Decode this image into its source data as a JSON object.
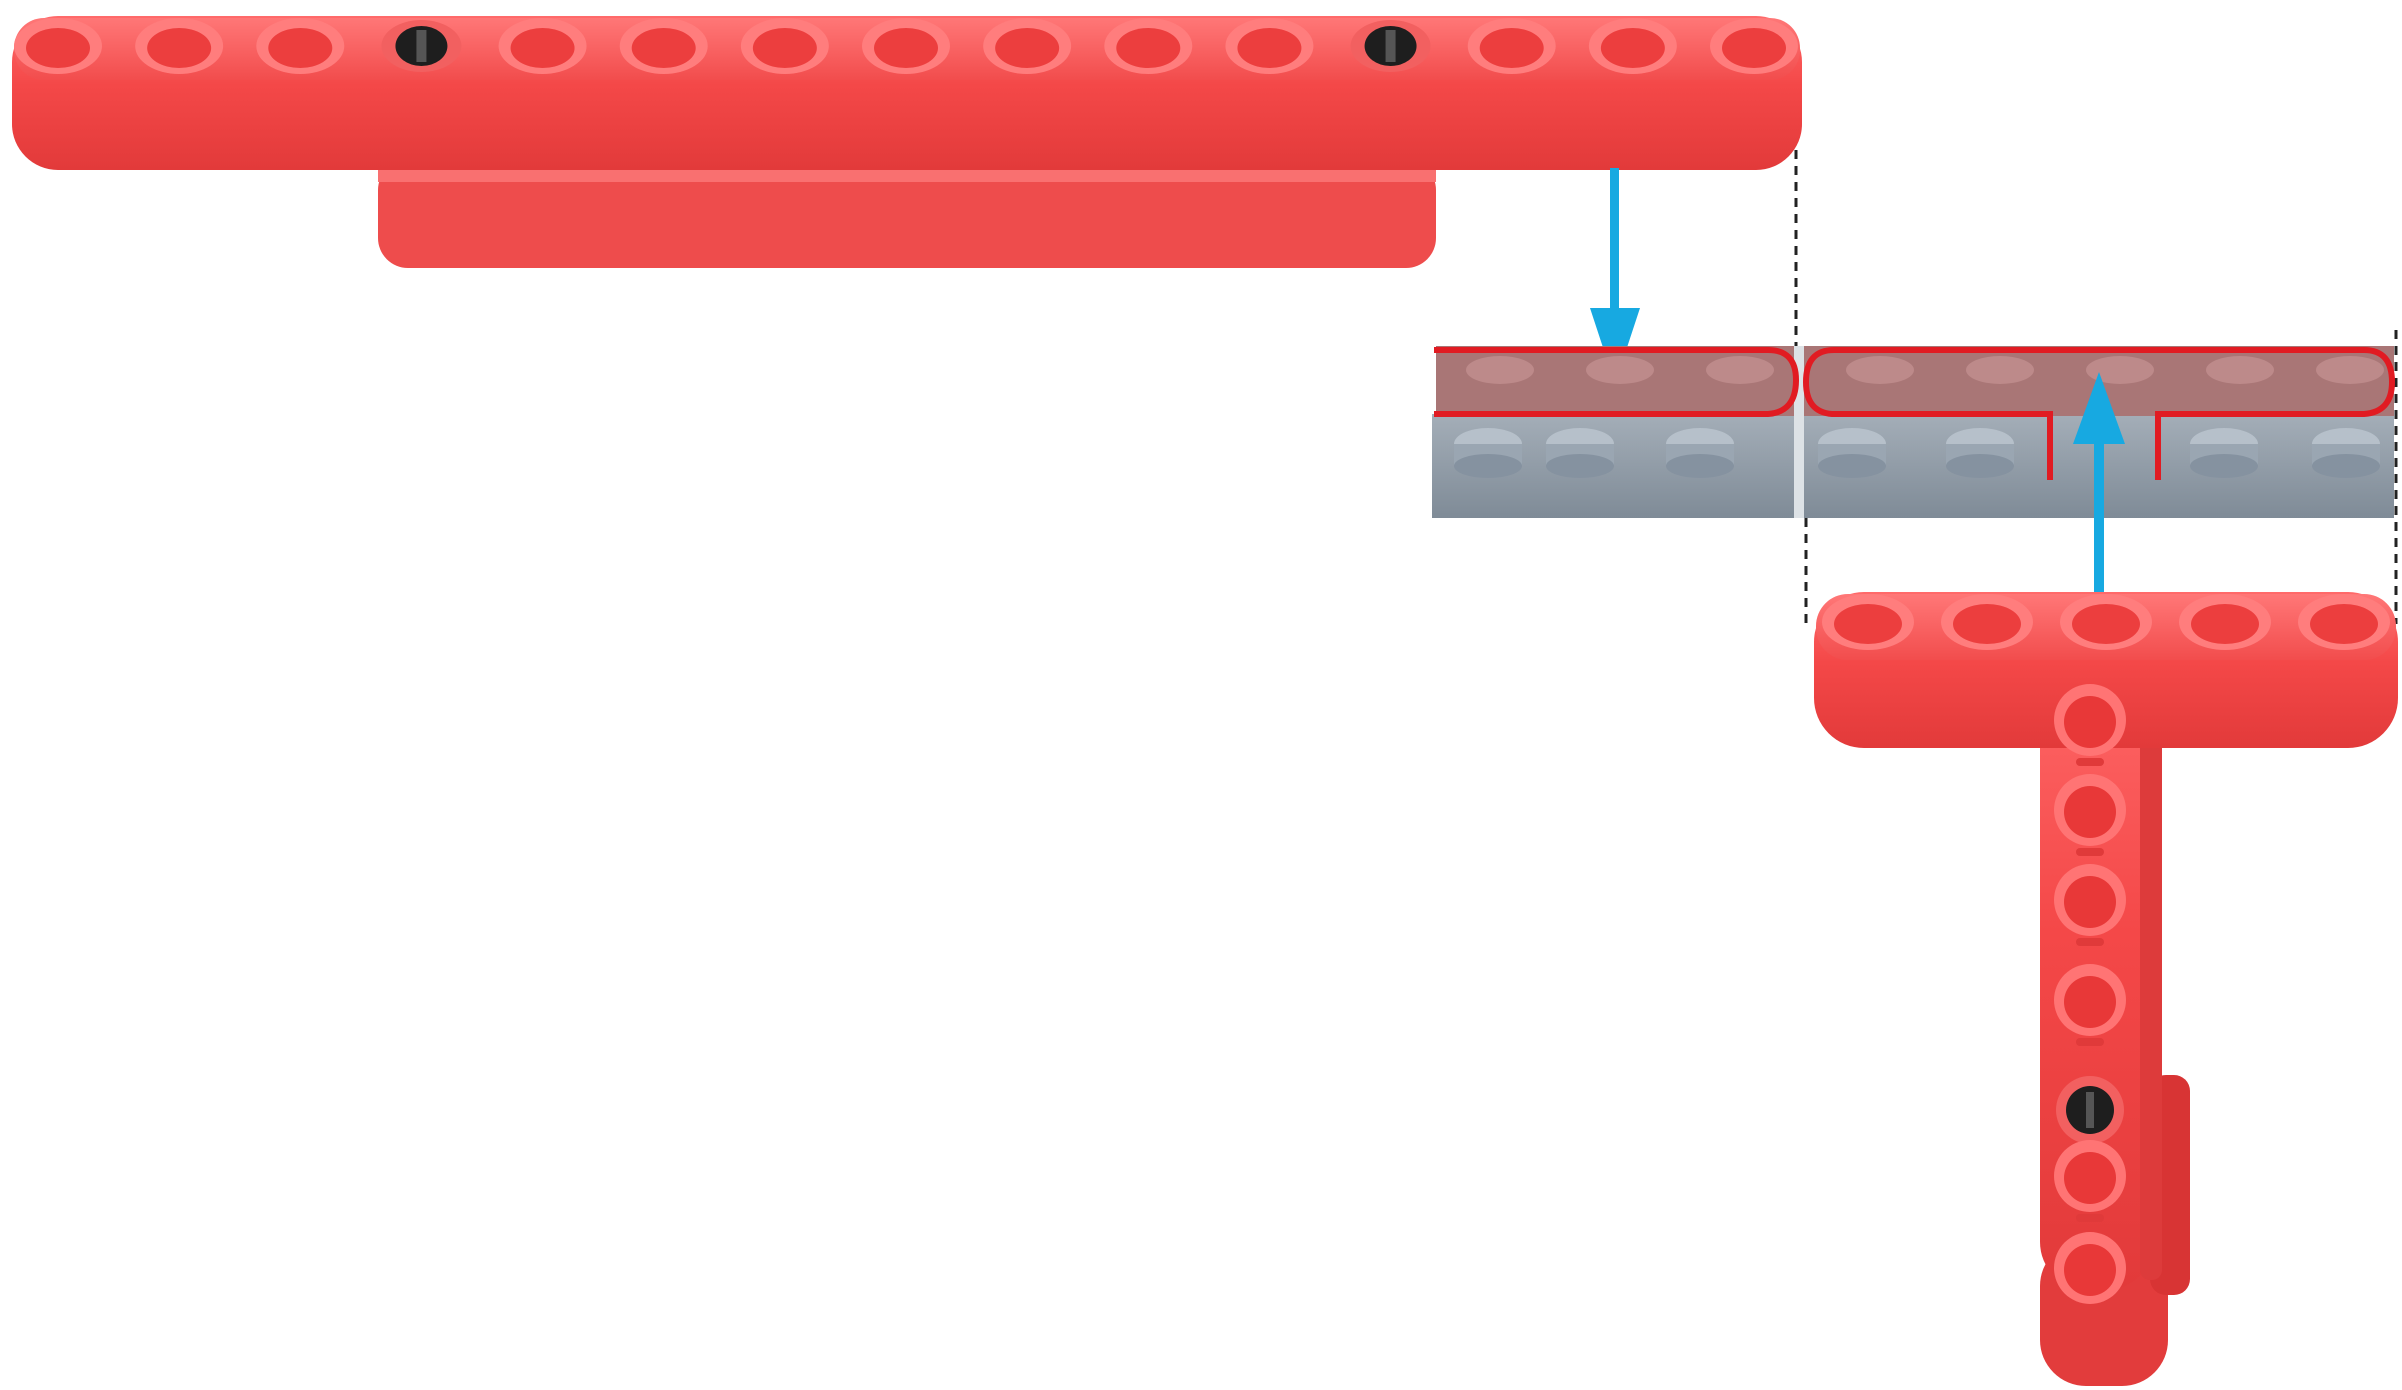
{
  "diagram": {
    "kind": "assembly-instruction",
    "parts": {
      "long_beam": {
        "name": "liftarm-15",
        "hole_count": 15,
        "pin_count": 2,
        "color": "#f04a4a"
      },
      "under_plate": {
        "name": "brick-plate",
        "color": "#ee4c4c"
      },
      "gray_plate": {
        "name": "gray-plate",
        "stud_count": 8,
        "color": "#8e9aa6"
      },
      "t_beam": {
        "name": "t-liftarm",
        "top_hole_count": 5,
        "stem_hole_count": 7,
        "pin_count": 1,
        "color": "#f04a4a"
      }
    },
    "arrows": [
      {
        "name": "down-arrow",
        "direction": "down",
        "color": "#17a9e1"
      },
      {
        "name": "up-arrow",
        "direction": "up",
        "color": "#17a9e1"
      }
    ],
    "outline_color": "#e11b22",
    "guide_line_color": "#222222"
  }
}
